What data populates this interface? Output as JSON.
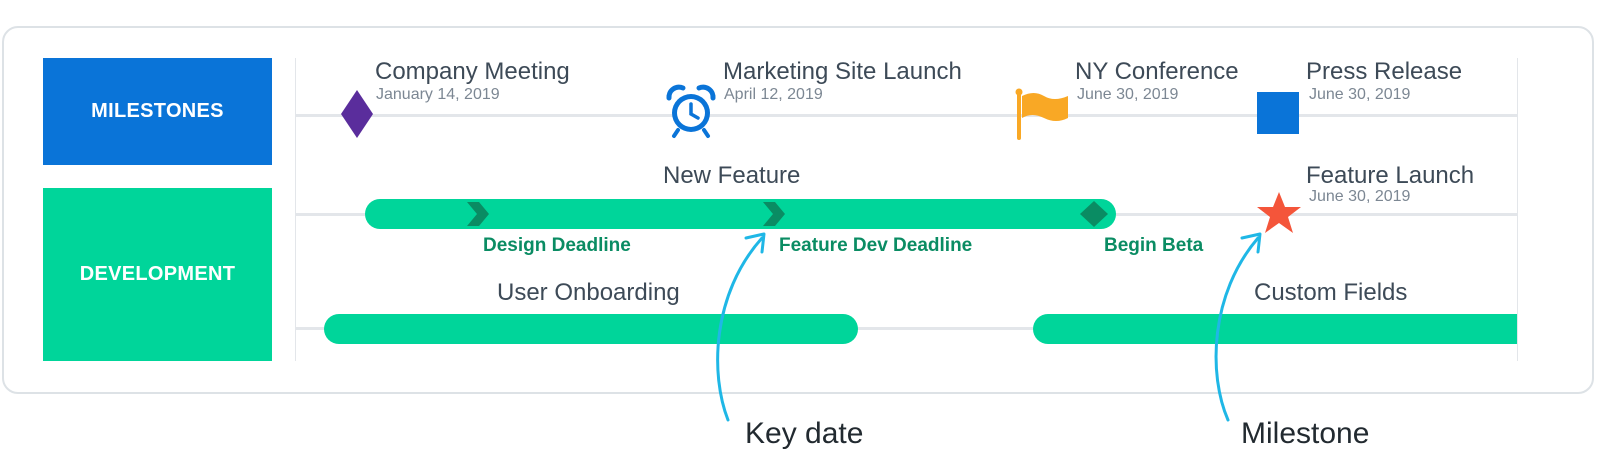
{
  "lanes": {
    "milestones": "MILESTONES",
    "development": "DEVELOPMENT"
  },
  "milestones": [
    {
      "title": "Company Meeting",
      "date": "January 14, 2019",
      "icon": "diamond-icon",
      "color": "#5a2d9c"
    },
    {
      "title": "Marketing Site Launch",
      "date": "April 12, 2019",
      "icon": "alarm-clock-icon",
      "color": "#0a74d8"
    },
    {
      "title": "NY Conference",
      "date": "June 30, 2019",
      "icon": "flag-icon",
      "color": "#f9a825"
    },
    {
      "title": "Press Release",
      "date": "June 30, 2019",
      "icon": "square-icon",
      "color": "#0a74d8"
    }
  ],
  "development": {
    "new_feature": {
      "title": "New Feature",
      "key_dates": [
        "Design Deadline",
        "Feature Dev Deadline",
        "Begin Beta"
      ]
    },
    "feature_launch": {
      "title": "Feature Launch",
      "date": "June 30, 2019",
      "icon": "star-icon",
      "color": "#f4553a"
    },
    "user_onboarding": {
      "title": "User Onboarding"
    },
    "custom_fields": {
      "title": "Custom Fields"
    }
  },
  "callouts": {
    "key_date": "Key date",
    "milestone": "Milestone"
  },
  "colors": {
    "bar": "#00d59a",
    "key_date_marker": "#0a8c63",
    "arrow": "#1fb7e6",
    "track": "#e3e6ea"
  }
}
